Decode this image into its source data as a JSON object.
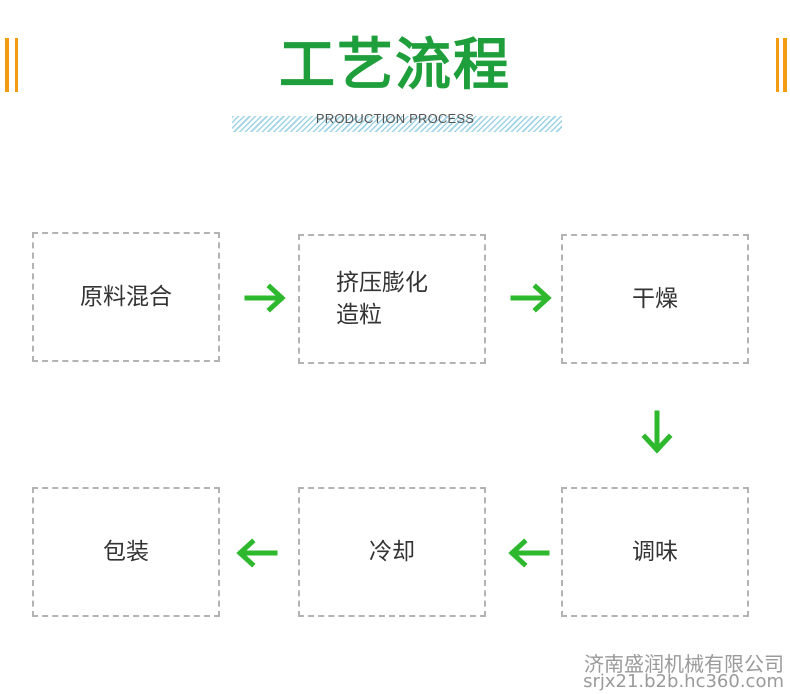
{
  "header": {
    "title": "工艺流程",
    "subtitle": "PRODUCTION PROCESS"
  },
  "steps": [
    {
      "label": "原料混合"
    },
    {
      "label": "挤压膨化造粒"
    },
    {
      "label": "干燥"
    },
    {
      "label": "调味"
    },
    {
      "label": "冷却"
    },
    {
      "label": "包装"
    }
  ],
  "arrows": [
    {
      "direction": "right"
    },
    {
      "direction": "right"
    },
    {
      "direction": "down"
    },
    {
      "direction": "left"
    },
    {
      "direction": "left"
    }
  ],
  "watermark": {
    "company": "济南盛润机械有限公司",
    "site": "srjx21.b2b.hc360.com"
  },
  "colors": {
    "accent_green": "#1f9e3c",
    "arrow_green": "#2eb82e",
    "bar_orange": "#f39c12",
    "box_border": "#b3b3b3"
  }
}
